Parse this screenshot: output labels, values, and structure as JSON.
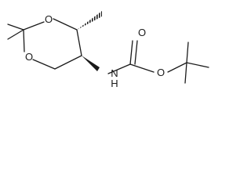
{
  "molecule": {
    "atoms": {
      "ring_oxygen_1": "O",
      "ring_oxygen_2": "O",
      "carbonyl_oxygen": "O",
      "ester_oxygen": "O",
      "amide_nitrogen": "N",
      "amide_hydrogen": "H"
    },
    "colors": {
      "bond": "#1a1a1a",
      "text": "#1a1a1a",
      "background": "#ffffff"
    }
  }
}
